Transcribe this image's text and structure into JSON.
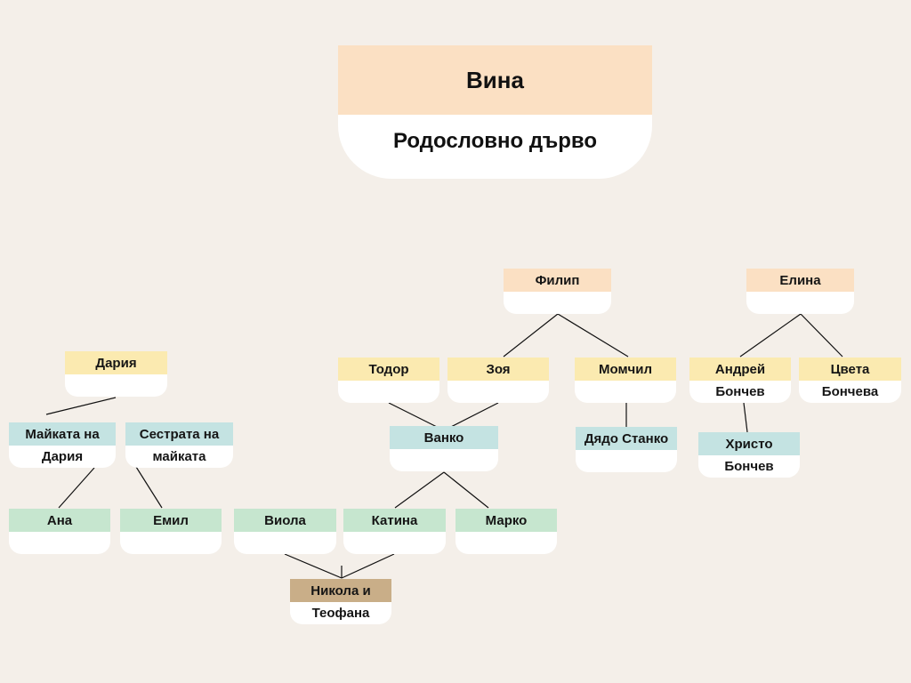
{
  "header": {
    "title": "Вина",
    "subtitle": "Родословно дърво"
  },
  "palette": {
    "peach": "#fbe0c3",
    "yellow": "#fbeab0",
    "blue": "#c4e3e2",
    "green": "#c6e6cf",
    "tan": "#c9ae88"
  },
  "nodes": [
    {
      "id": "filip",
      "lines": [
        "Филип",
        ""
      ],
      "color": "peach"
    },
    {
      "id": "elina",
      "lines": [
        "Елина",
        ""
      ],
      "color": "peach"
    },
    {
      "id": "daria",
      "lines": [
        "Дария",
        ""
      ],
      "color": "yellow"
    },
    {
      "id": "todor",
      "lines": [
        "Тодор",
        ""
      ],
      "color": "yellow"
    },
    {
      "id": "zoya",
      "lines": [
        "Зоя",
        ""
      ],
      "color": "yellow"
    },
    {
      "id": "momchil",
      "lines": [
        "Момчил",
        ""
      ],
      "color": "yellow"
    },
    {
      "id": "andrey",
      "lines": [
        "Андрей",
        "Бончев"
      ],
      "color": "yellow"
    },
    {
      "id": "tsveta",
      "lines": [
        "Цвета",
        "Бончева"
      ],
      "color": "yellow"
    },
    {
      "id": "mother",
      "lines": [
        "Майката на",
        "Дария"
      ],
      "color": "blue"
    },
    {
      "id": "aunt",
      "lines": [
        "Сестрата на",
        "майката"
      ],
      "color": "blue"
    },
    {
      "id": "vanko",
      "lines": [
        "Ванко",
        ""
      ],
      "color": "blue"
    },
    {
      "id": "stanko",
      "lines": [
        "Дядо Станко",
        ""
      ],
      "color": "blue"
    },
    {
      "id": "hristo",
      "lines": [
        "Христо",
        "Бончев"
      ],
      "color": "blue"
    },
    {
      "id": "ana",
      "lines": [
        "Ана",
        ""
      ],
      "color": "green"
    },
    {
      "id": "emil",
      "lines": [
        "Емил",
        ""
      ],
      "color": "green"
    },
    {
      "id": "viola",
      "lines": [
        "Виола",
        ""
      ],
      "color": "green"
    },
    {
      "id": "katina",
      "lines": [
        "Катина",
        ""
      ],
      "color": "green"
    },
    {
      "id": "marko",
      "lines": [
        "Марко",
        ""
      ],
      "color": "green"
    },
    {
      "id": "nikola",
      "lines": [
        "Никола и",
        "Теофана"
      ],
      "color": "tan"
    }
  ],
  "edges": [
    [
      "filip",
      "todor"
    ],
    [
      "filip",
      "momchil"
    ],
    [
      "elina",
      "andrey"
    ],
    [
      "elina",
      "tsveta"
    ],
    [
      "daria",
      "mother"
    ],
    [
      "mother",
      "ana"
    ],
    [
      "aunt",
      "emil"
    ],
    [
      "todor",
      "vanko"
    ],
    [
      "zoya",
      "vanko"
    ],
    [
      "vanko",
      "katina"
    ],
    [
      "vanko",
      "marko"
    ],
    [
      "momchil",
      "stanko"
    ],
    [
      "andrey",
      "hristo"
    ],
    [
      "viola",
      "nikola"
    ],
    [
      "katina",
      "nikola"
    ]
  ]
}
